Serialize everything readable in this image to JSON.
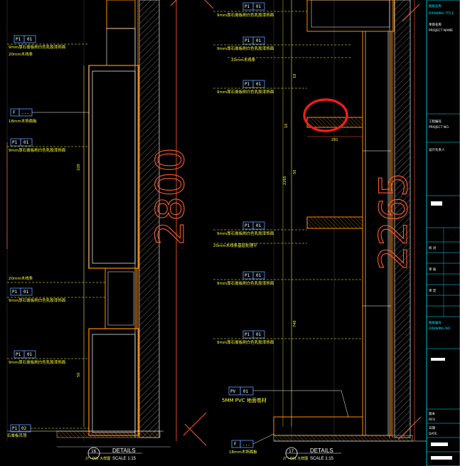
{
  "drawing": {
    "big_dimensions": {
      "left_height": "2800",
      "right_height": "2265"
    },
    "dimensions": {
      "shelf_width": "291",
      "left_gap": "100"
    },
    "left_detail": {
      "callouts": [
        {
          "code": "P1",
          "num": "01",
          "note": "9mm厚石膏板刷白色乳胶漆饰面"
        },
        {
          "code": "P1",
          "num": "01",
          "note": "9mm厚石膏板刷白色乳胶漆饰面"
        },
        {
          "code": "P1",
          "num": "01",
          "note": "9mm厚石膏板刷白色乳胶漆饰面"
        },
        {
          "code": "P1",
          "num": "01",
          "note": "9mm厚石膏板刷白色乳胶漆饰面"
        },
        {
          "code": "P1",
          "num": "02",
          "note": "石膏板吊顶"
        }
      ],
      "wood_tag": {
        "code": "F",
        "num": "...",
        "note": "18mm木饰面板"
      },
      "small_notes": [
        "20mm木线条",
        "20mm木线条"
      ],
      "label": {
        "number": "16",
        "title": "DETAILS",
        "scale": "SCALE 1:15",
        "sub": "J7 - D01 大样图"
      }
    },
    "right_detail": {
      "callouts": [
        {
          "code": "P1",
          "num": "01",
          "note": "9mm厚石膏板刷白色乳胶漆饰面"
        },
        {
          "code": "P1",
          "num": "01",
          "note": "9mm厚石膏板刷白色乳胶漆饰面"
        },
        {
          "code": "P1",
          "num": "01",
          "note": "9mm厚石膏板刷白色乳胶漆饰面"
        },
        {
          "code": "P1",
          "num": "01",
          "note": "9mm厚石膏板刷白色乳胶漆饰面"
        },
        {
          "code": "P1",
          "num": "01",
          "note": "9mm厚石膏板刷白色乳胶漆饰面"
        }
      ],
      "pvc_tag": {
        "code": "PV",
        "num": "01",
        "note": "5MM PVC 地面卷材"
      },
      "wood_tag": {
        "code": "F",
        "num": "...",
        "note": "18mm木饰面板"
      },
      "small_notes": [
        "20mm木线条",
        "20mm木线条基层处理平"
      ],
      "label": {
        "number": "17",
        "title": "DETAILS",
        "scale": "SCALE 1:15",
        "sub": "J7 - D01 大样图"
      }
    },
    "title_block": {
      "rows": [
        "图纸名称",
        "DRAWING TITLE",
        "项目名称",
        "PROJECT NAME",
        "工程编号",
        "PROJECT NO.",
        "设计负责人",
        "校 对",
        "审 核",
        "审 定",
        "图纸编号",
        "DRAWING NO.",
        "版本",
        "REV",
        "日期",
        "DATE"
      ]
    },
    "colors": {
      "background": "#000000",
      "wall": "#ffffff",
      "finish": "#ff8c00",
      "callout": "#ffff33",
      "tag": "#5aa0ff",
      "dimension": "#ff5a2a",
      "title_block": "#00e5ff"
    }
  }
}
